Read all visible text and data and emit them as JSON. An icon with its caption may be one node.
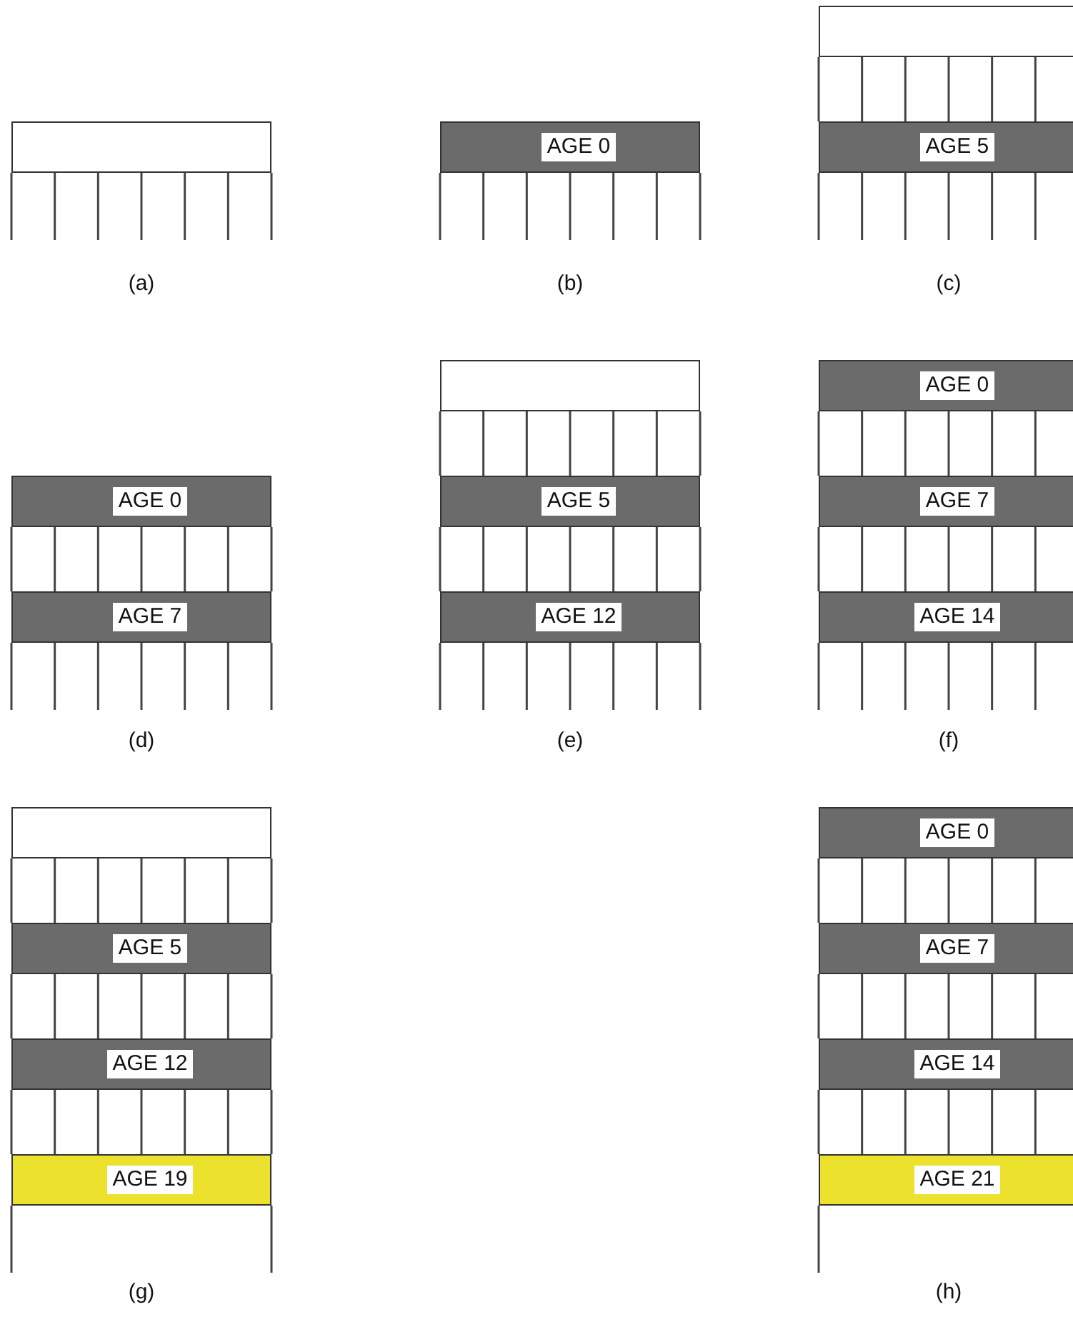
{
  "diagram": {
    "nodes": [
      {
        "text": [],
        "shape": "bar"
      },
      {
        "text": [
          "AGE 0"
        ]
      },
      {
        "text": [],
        "shape": "bar"
      },
      {
        "text": [
          "AGE 5"
        ]
      },
      {
        "text": [
          "AGE 0"
        ]
      },
      {
        "text": [
          "AGE 7"
        ]
      },
      {
        "text": [],
        "shape": "bar"
      },
      {
        "text": [
          "AGE 5"
        ]
      },
      {
        "text": [
          "AGE 12"
        ]
      },
      {
        "text": [
          "AGE 0"
        ]
      },
      {
        "text": [
          "AGE 7"
        ]
      },
      {
        "text": [
          "AGE 14"
        ]
      },
      {
        "text": [],
        "shape": "bar"
      },
      {
        "text": [
          "AGE 5"
        ]
      },
      {
        "text": [
          "AGE 12"
        ]
      },
      {
        "text": [
          "AGE 19"
        ]
      },
      {
        "text": [
          "AGE 0"
        ]
      },
      {
        "text": [
          "AGE 7"
        ]
      },
      {
        "text": [
          "AGE 14"
        ]
      },
      {
        "text": [
          "AGE 21"
        ]
      }
    ],
    "labels": [
      "(a)",
      "(b)",
      "(c)",
      "(d)",
      "(e)",
      "(f)",
      "(g)",
      "(h)"
    ]
  }
}
